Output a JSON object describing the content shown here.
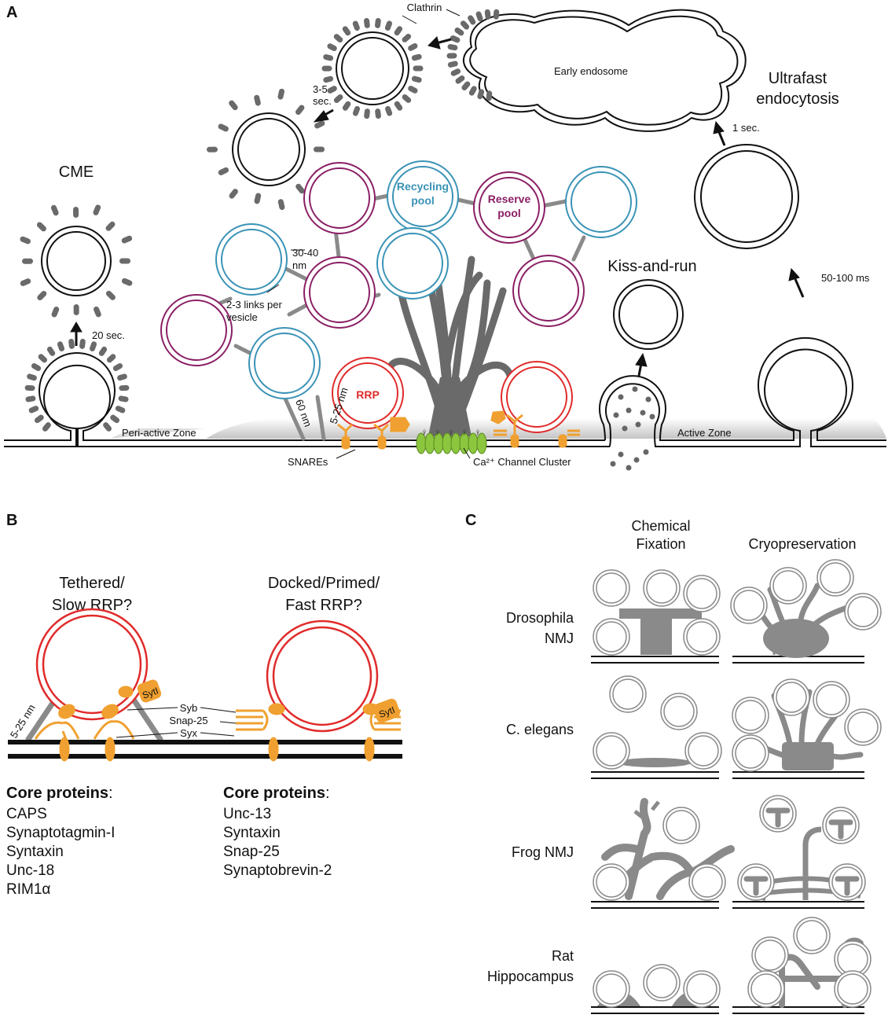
{
  "panel_a": {
    "letter": "A",
    "cme": "CME",
    "clathrin": "Clathrin",
    "early_endosome": "Early endosome",
    "ultrafast_l1": "Ultrafast",
    "ultrafast_l2": "endocytosis",
    "t_1sec": "1 sec.",
    "t_3_5_l1": "3-5",
    "t_3_5_l2": "sec.",
    "t_20sec": "20 sec.",
    "t_50_100": "50-100 ms",
    "recycling_l1": "Recycling",
    "recycling_l2": "pool",
    "reserve_l1": "Reserve",
    "reserve_l2": "pool",
    "nm_30_40_l1": "30-40",
    "nm_30_40_l2": "nm",
    "links_l1": "2-3 links per",
    "links_l2": "vesicle",
    "kiss_and_run": "Kiss-and-run",
    "rrp": "RRP",
    "nm_60": "60 nm",
    "nm_5_25": "5-25 nm",
    "periactive": "Peri-active Zone",
    "active_zone": "Active Zone",
    "snares": "SNAREs",
    "ca_channel": "Ca²⁺ Channel Cluster",
    "colors": {
      "recycling": "#3a93b6",
      "reserve": "#8a1f64",
      "rrp": "#e02b2b",
      "snare": "#f0a030",
      "channel": "#8cc63f"
    }
  },
  "panel_b": {
    "letter": "B",
    "tethered_l1": "Tethered/",
    "tethered_l2": "Slow RRP?",
    "docked_l1": "Docked/Primed/",
    "docked_l2": "Fast RRP?",
    "nm_5_25": "5-25 nm",
    "syt": "SytI",
    "syb": "Syb",
    "snap25": "Snap-25",
    "syx": "Syx",
    "core_heading": "Core proteins",
    "colon": ":",
    "left_proteins": [
      "CAPS",
      "Synaptotagmin-I",
      "Syntaxin",
      "Unc-18",
      "RIM1α"
    ],
    "right_proteins": [
      "Unc-13",
      "Syntaxin",
      "Snap-25",
      "Synaptobrevin-2"
    ]
  },
  "panel_c": {
    "letter": "C",
    "col1_l1": "Chemical",
    "col1_l2": "Fixation",
    "col2": "Cryopreservation",
    "rows": [
      {
        "l1": "Drosophila",
        "l2": "NMJ"
      },
      {
        "l1": "C. elegans",
        "l2": ""
      },
      {
        "l1": "Frog NMJ",
        "l2": ""
      },
      {
        "l1": "Rat",
        "l2": "Hippocampus"
      }
    ]
  }
}
